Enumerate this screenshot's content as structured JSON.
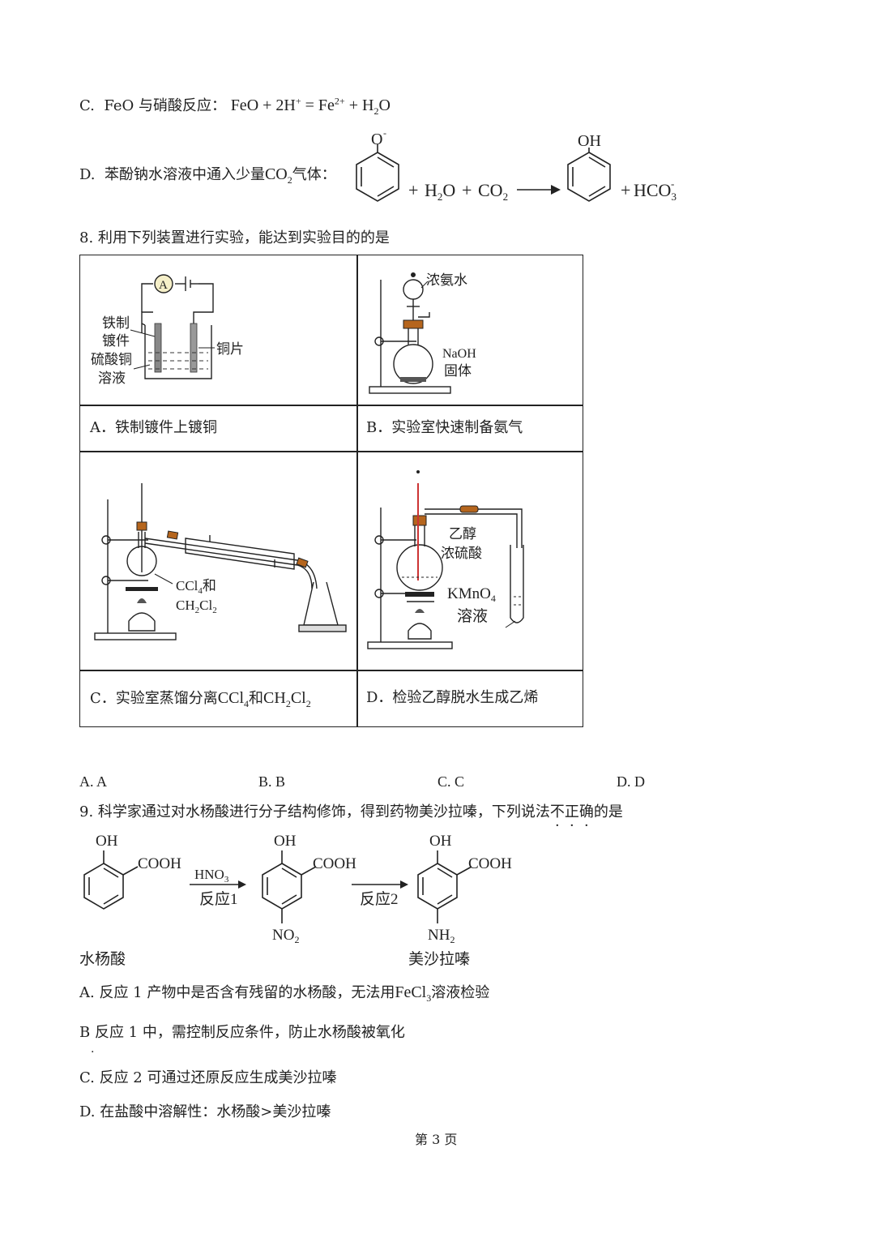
{
  "q7": {
    "c_prefix": "C.",
    "c_text": "FeO 与硝酸反应：",
    "d_prefix": "D.",
    "d_text": "苯酚钠水溶液中通入少量",
    "d_gas": "气体：",
    "d_plus1": "+",
    "d_plus2": "+",
    "d_plus3": "+"
  },
  "q8": {
    "stem": "8. 利用下列装置进行实验，能达到实验目的的是",
    "cells": {
      "a_label": "A．铁制镀件上镀铜",
      "b_label": "B．实验室快速制备氨气",
      "c_label_prefix": "C．实验室蒸馏分离",
      "c_label_and": "和",
      "d_label": "D．检验乙醇脱水生成乙烯"
    },
    "fig_a": {
      "ammeter": "A",
      "iron1": "铁制",
      "iron2": "镀件",
      "cuso4_1": "硫酸铜",
      "cuso4_2": "溶液",
      "copper": "铜片"
    },
    "fig_b": {
      "ammonia": "浓氨水",
      "naoh": "NaOH",
      "solid": "固体"
    },
    "fig_c": {
      "and": "和"
    },
    "fig_d": {
      "ethanol": "乙醇",
      "h2so4": "浓硫酸",
      "solution": "溶液"
    },
    "choices": [
      "A. A",
      "B. B",
      "C. C",
      "D. D"
    ]
  },
  "q9": {
    "stem_prefix": "9. 科学家通过对水杨酸进行分子结构修饰，得到药物美沙拉嗪，下列说法",
    "stem_emph": [
      "不",
      "正",
      "确"
    ],
    "stem_suffix": "的是",
    "scheme": {
      "oh": "OH",
      "cooh": "COOH",
      "hno3": "HNO",
      "reaction1": "反应1",
      "reaction2": "反应2",
      "no2": "NO",
      "nh2": "NH",
      "salicylic": "水杨酸",
      "mesalazine": "美沙拉嗪"
    },
    "option_a_prefix": "A. 反应 1 产物中是否含有残留的水杨酸，无法用",
    "option_a_suffix": "溶液检验",
    "option_b": "B  反应 1 中，需控制反应条件，防止水杨酸被氧化",
    "option_c": "C. 反应 2 可通过还原反应生成美沙拉嗪",
    "option_d": "D. 在盐酸中溶解性：水杨酸>美沙拉嗪"
  },
  "footer": {
    "page": "第 3 页"
  }
}
